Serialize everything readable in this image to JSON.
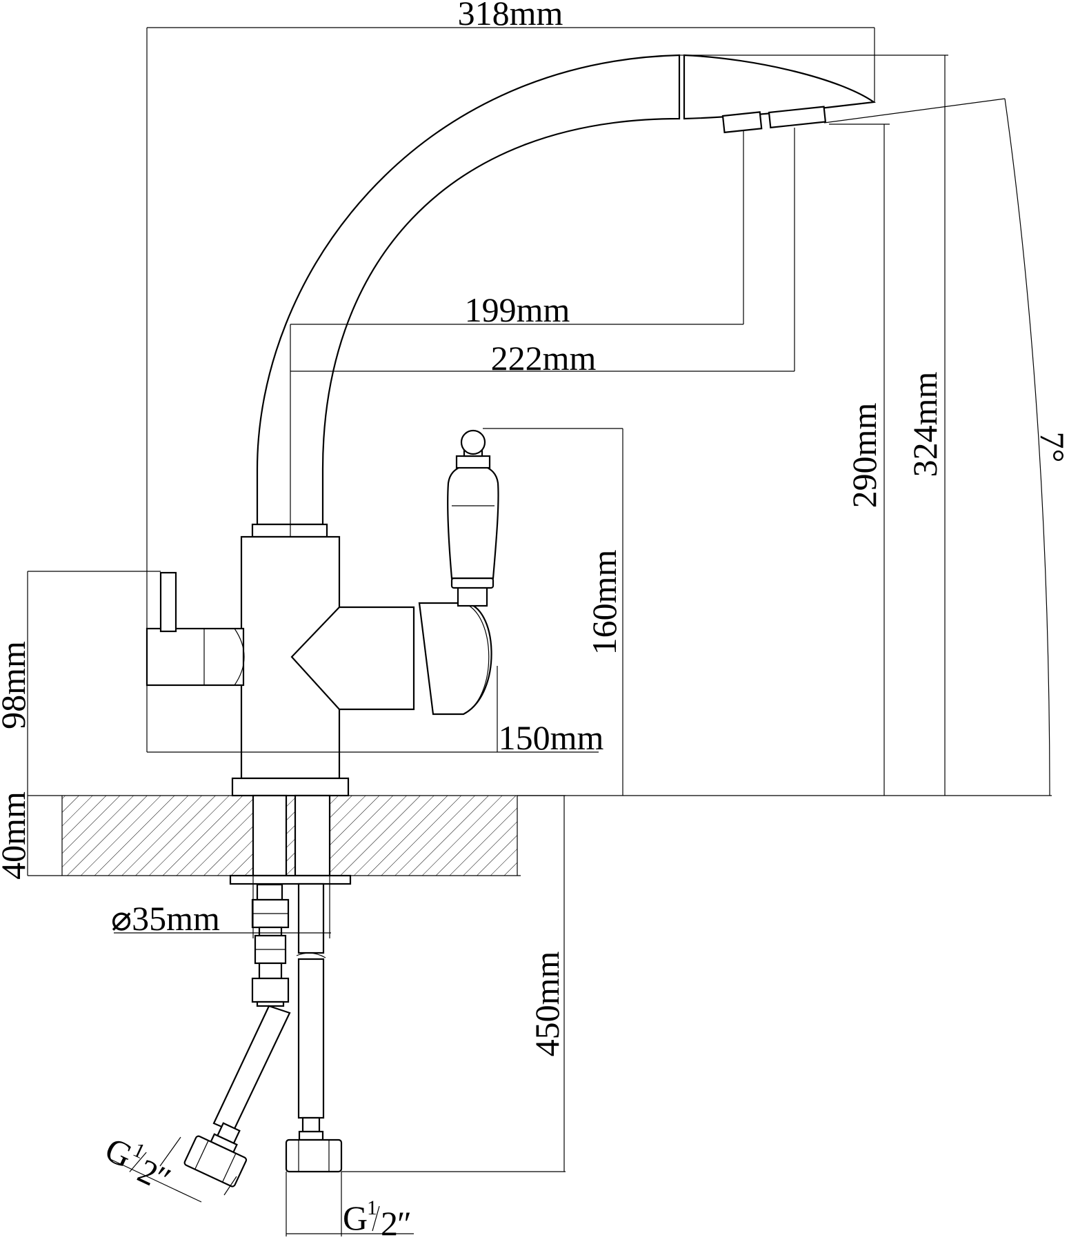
{
  "dimensions": {
    "overall_reach": "318mm",
    "spout_reach_1": "199mm",
    "spout_reach_2": "222mm",
    "spout_height": "290mm",
    "total_height": "324mm",
    "tilt_angle": "7°",
    "handle_height": "160mm",
    "lever_reach": "150mm",
    "side_lever_height": "98mm",
    "counter_thickness": "40mm",
    "shank_diameter": "⌀35mm",
    "hose_length": "450mm"
  },
  "threads": {
    "left": {
      "letter": "G",
      "num": "1",
      "den": "2",
      "mark": "″"
    },
    "right": {
      "letter": "G",
      "num": "1",
      "den": "2",
      "mark": "″"
    }
  },
  "colors": {
    "line": "#000000",
    "background": "#ffffff"
  }
}
